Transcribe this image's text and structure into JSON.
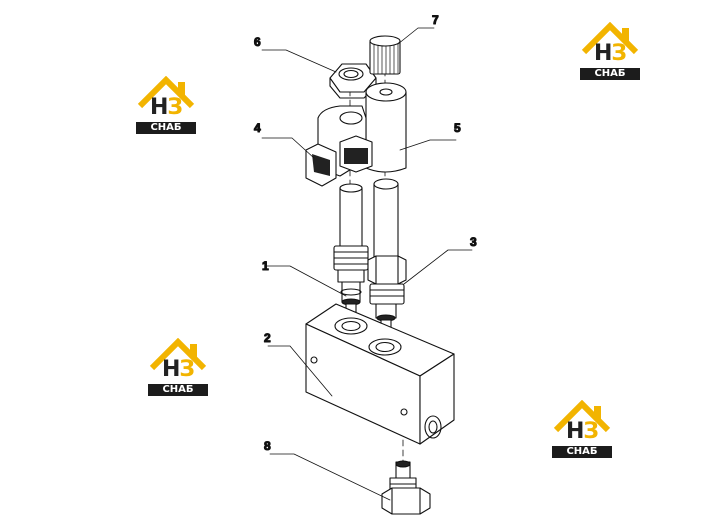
{
  "diagram": {
    "callouts": [
      {
        "id": "1",
        "label": "1"
      },
      {
        "id": "2",
        "label": "2"
      },
      {
        "id": "3",
        "label": "3"
      },
      {
        "id": "4",
        "label": "4"
      },
      {
        "id": "5",
        "label": "5"
      },
      {
        "id": "6",
        "label": "6"
      },
      {
        "id": "7",
        "label": "7"
      },
      {
        "id": "8",
        "label": "8"
      }
    ]
  },
  "watermark": {
    "letter_h": "Н",
    "letter_z": "З",
    "text": "СНАБ",
    "colors": {
      "accent": "#f2b400",
      "dark": "#1c1c1c"
    }
  }
}
